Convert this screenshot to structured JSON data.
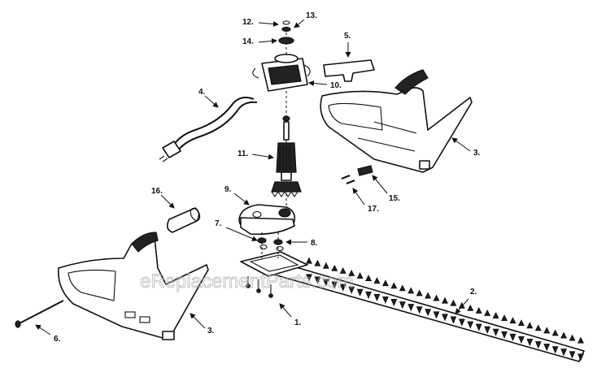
{
  "watermark": "eReplacementParts.com",
  "callouts": [
    {
      "id": "part-1",
      "number": "1."
    },
    {
      "id": "part-2",
      "number": "2."
    },
    {
      "id": "part-3-right",
      "number": "3."
    },
    {
      "id": "part-3-left",
      "number": "3."
    },
    {
      "id": "part-4",
      "number": "4."
    },
    {
      "id": "part-5",
      "number": "5."
    },
    {
      "id": "part-6",
      "number": "6."
    },
    {
      "id": "part-7",
      "number": "7."
    },
    {
      "id": "part-8",
      "number": "8."
    },
    {
      "id": "part-9",
      "number": "9."
    },
    {
      "id": "part-10",
      "number": "10."
    },
    {
      "id": "part-11",
      "number": "11."
    },
    {
      "id": "part-12",
      "number": "12."
    },
    {
      "id": "part-13",
      "number": "13."
    },
    {
      "id": "part-14",
      "number": "14."
    },
    {
      "id": "part-15",
      "number": "15."
    },
    {
      "id": "part-16",
      "number": "16."
    },
    {
      "id": "part-17",
      "number": "17."
    }
  ]
}
